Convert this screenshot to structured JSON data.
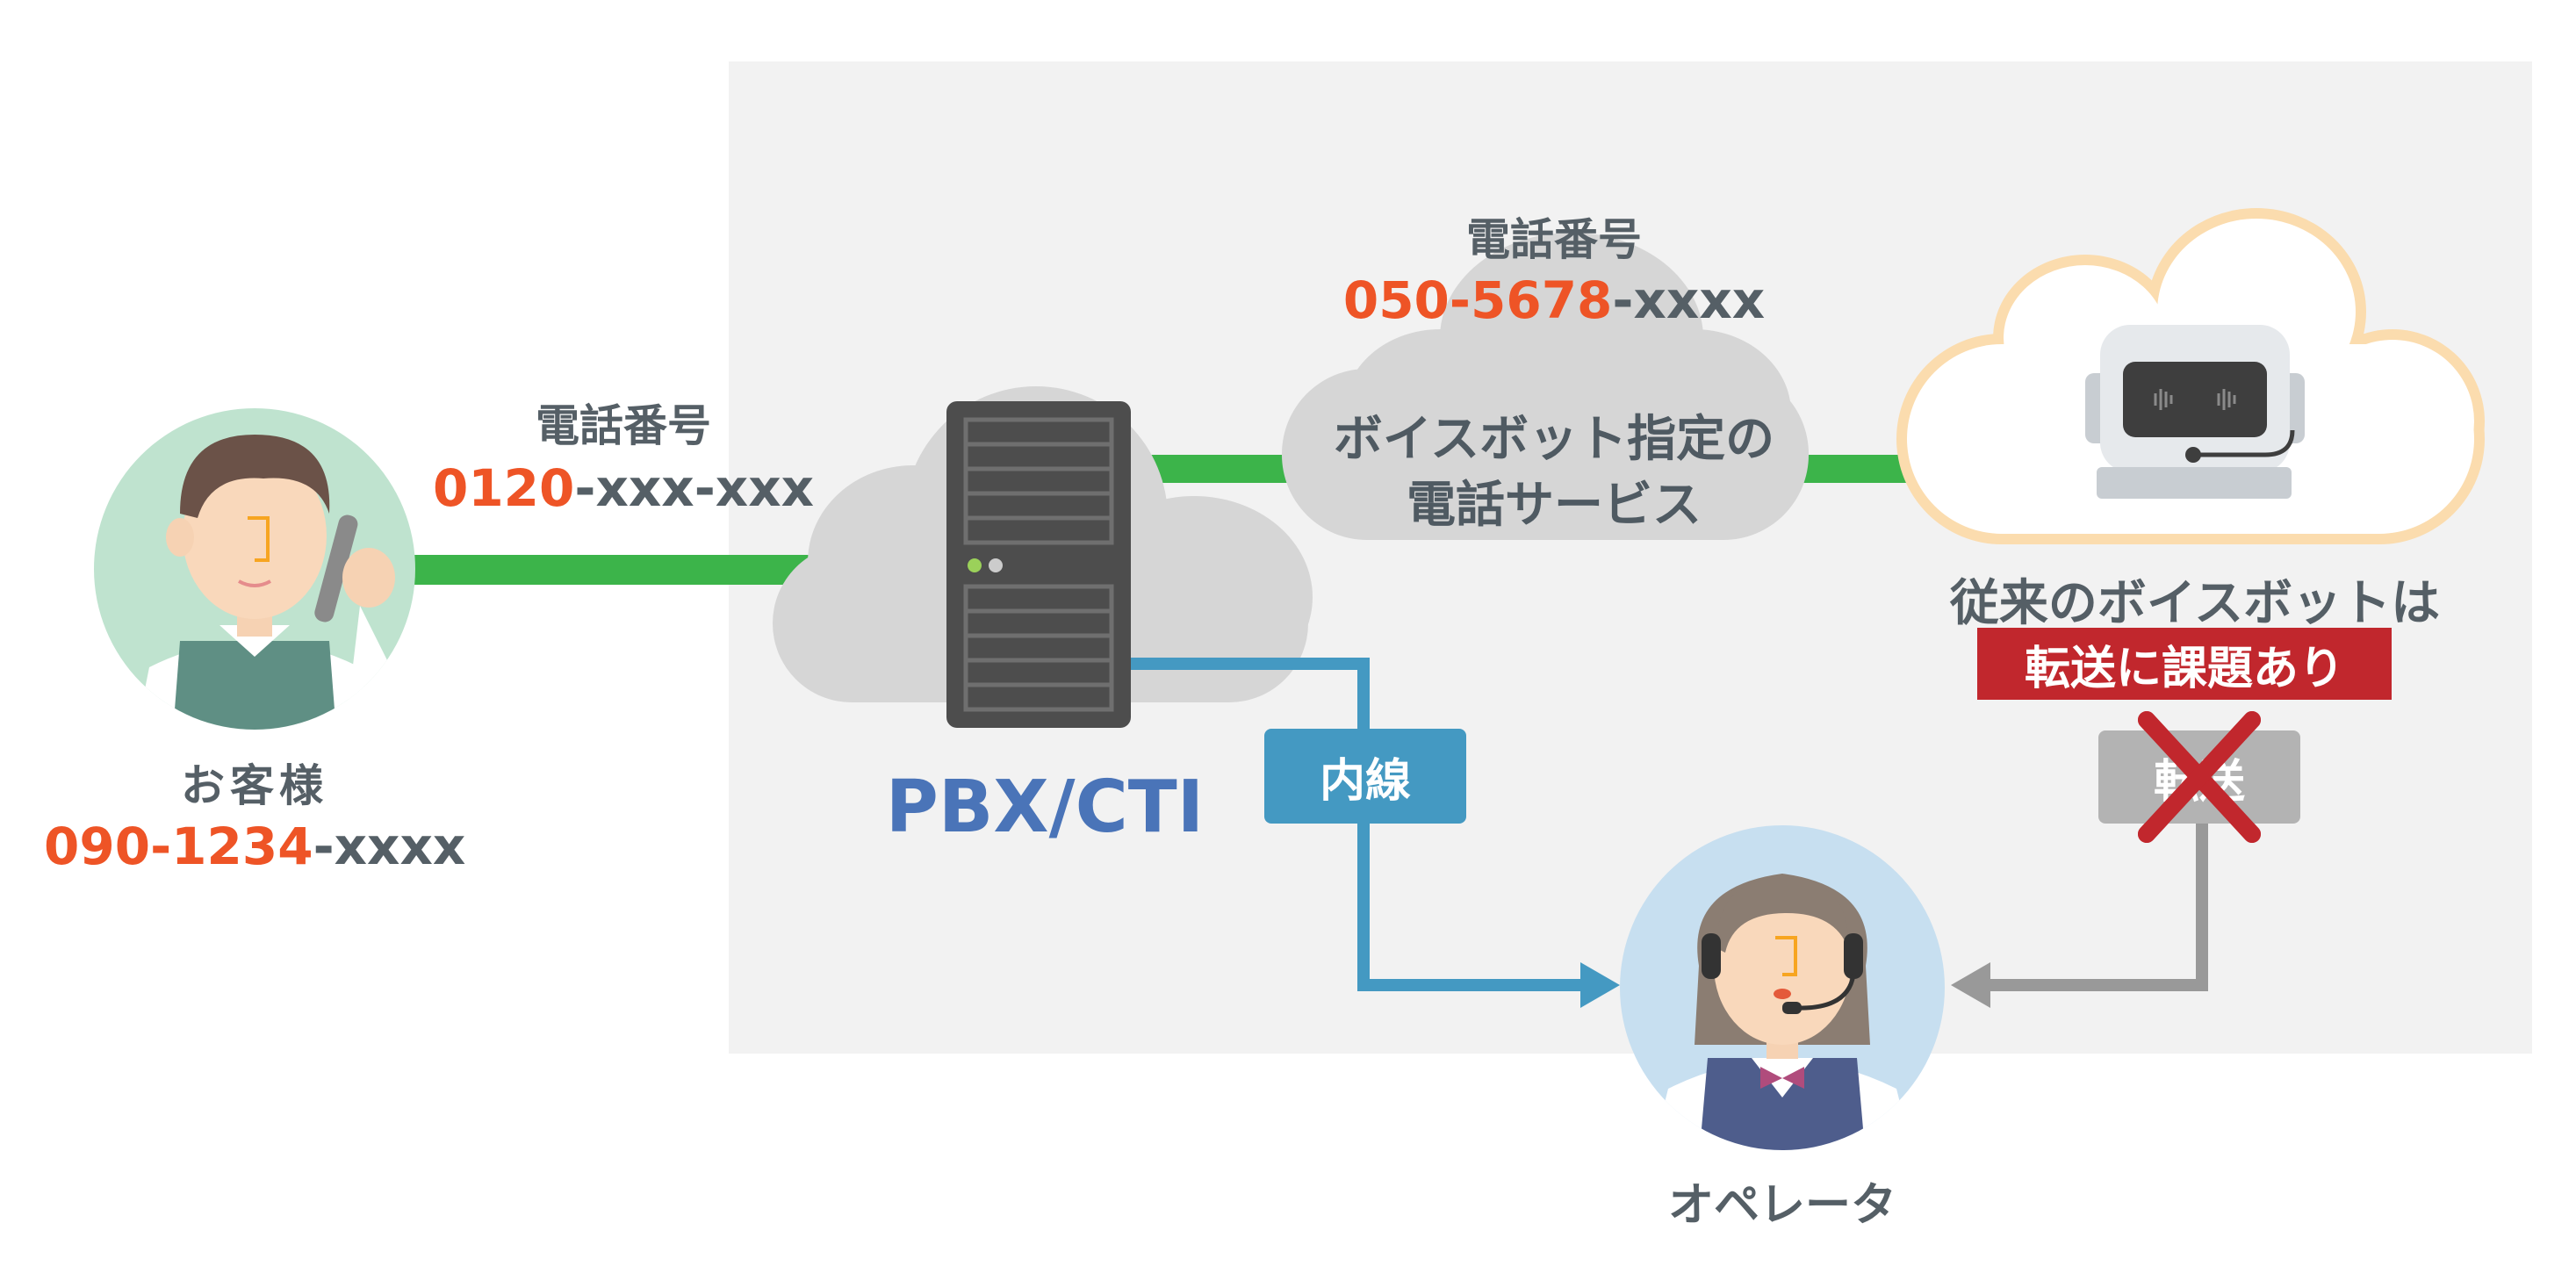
{
  "customer": {
    "name": "お客様",
    "phone_highlight": "090-1234",
    "phone_rest": "-xxxx"
  },
  "line_customer_pbx": {
    "label": "電話番号",
    "phone_highlight": "0120",
    "phone_rest": "-xxx-xxx"
  },
  "pbx": {
    "label": "PBX/CTI"
  },
  "voicebot_service": {
    "label": "電話番号",
    "phone_highlight": "050-5678",
    "phone_rest": "-xxxx",
    "cloud_line1": "ボイスボット指定の",
    "cloud_line2": "電話サービス"
  },
  "voicebot": {
    "caption": "従来のボイスボットは",
    "issue_badge": "転送に課題あり"
  },
  "extension_tag": "内線",
  "transfer_tag": "転送",
  "operator": {
    "name": "オペレータ"
  },
  "colors": {
    "green_line": "#3cb44a",
    "blue_line": "#4499c2",
    "gray_line": "#999999",
    "orange": "#ee5426",
    "pbx_label": "#4a74b8",
    "issue_red": "#c1272d",
    "cloud_outline": "#fbdcae"
  }
}
